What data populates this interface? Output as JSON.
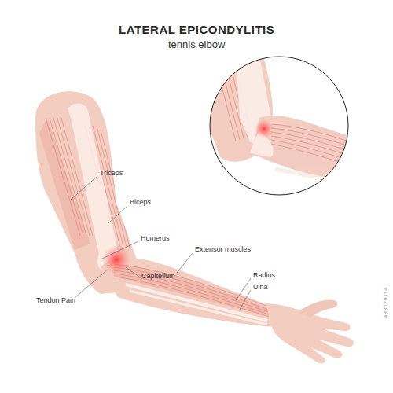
{
  "diagram": {
    "title": "LATERAL EPICONDYLITIS",
    "labels": [
      "tennis elbow",
      "Triceps",
      "Biceps",
      "Humerus",
      "Capitellum",
      "Extensor muscles",
      "Tendon Pain",
      "Radius",
      "Ulna",
      "433579114"
    ]
  }
}
